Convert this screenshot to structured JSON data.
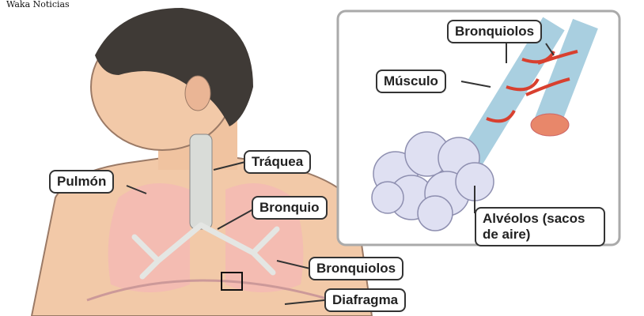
{
  "watermark": "Waka Noticias",
  "labels": {
    "bronquiolos_top": "Bronquiolos",
    "musculo": "Músculo",
    "traquea": "Tráquea",
    "pulmon": "Pulmón",
    "bronquio": "Bronquio",
    "alveolos_line1": "Alvéolos (sacos",
    "alveolos_line2": "de aire)",
    "bronquiolos_bottom": "Bronquiolos",
    "diafragma": "Diafragma"
  },
  "colors": {
    "skin": "#f2c9a8",
    "lung": "#f4b9b4",
    "hair": "#3f3a36",
    "bronchiole": "#a9cfe0",
    "muscle": "#d8402f",
    "alveoli": "#dfe0f2"
  }
}
